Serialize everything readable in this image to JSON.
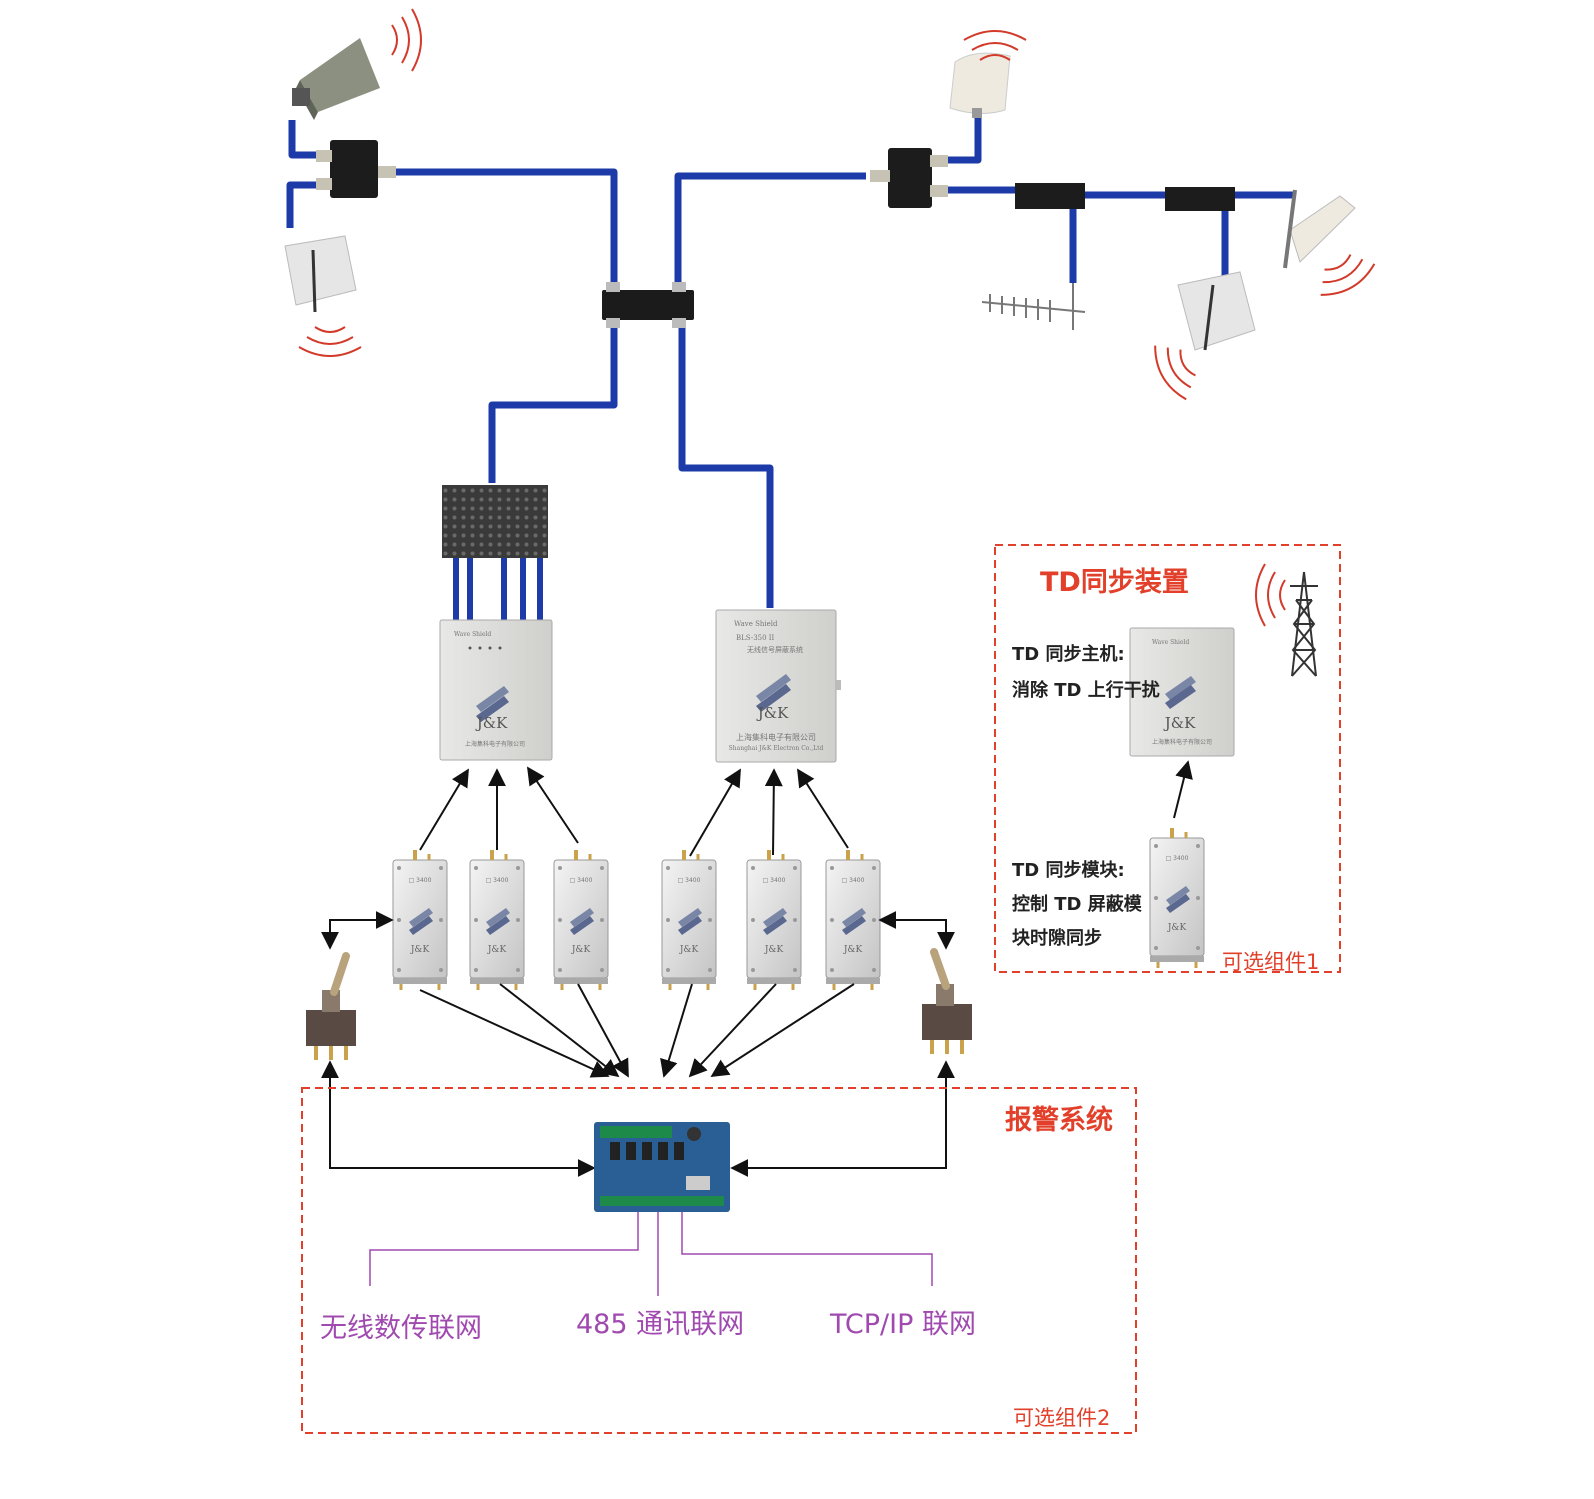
{
  "colors": {
    "cable": "#1c3aa8",
    "dash_box": "#e2402a",
    "network_line": "#a04ab0",
    "signal_wave": "#d23a2a"
  },
  "td_group": {
    "title": "TD同步装置",
    "host_line1": "TD 同步主机:",
    "host_line2": "消除 TD 上行干扰",
    "module_line1": "TD 同步模块:",
    "module_line2": "控制 TD 屏蔽模",
    "module_line3": "块时隙同步",
    "optional": "可选组件1"
  },
  "alarm_group": {
    "title": "报警系统",
    "optional": "可选组件2",
    "net_wireless": "无线数传联网",
    "net_485": "485 通讯联网",
    "net_tcpip": "TCP/IP 联网"
  },
  "devices": {
    "brand": "J&K",
    "wave_shield": "Wave Shield",
    "model_right": "BLS-350 II",
    "subtitle_right": "无线信号屏蔽系统",
    "company_cn": "上海集科电子有限公司",
    "company_en": "Shanghai J&K Electron Co.,Ltd"
  },
  "icons": [
    "antenna-icon",
    "splitter-icon",
    "combiner-icon",
    "jammer-box-icon",
    "jammer-module-icon",
    "toggle-switch-icon",
    "alarm-board-icon",
    "tower-icon",
    "signal-wave-icon"
  ]
}
